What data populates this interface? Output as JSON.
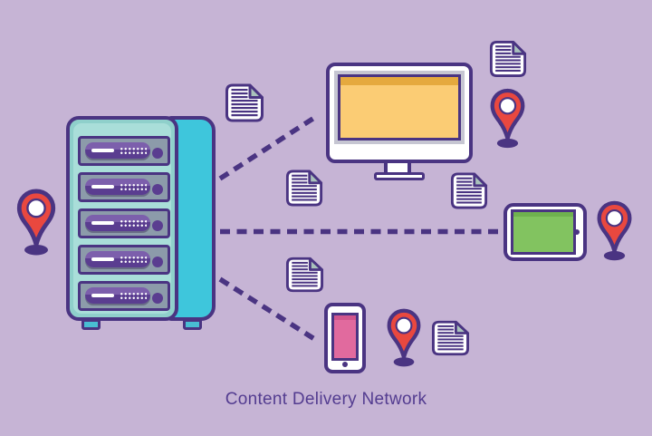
{
  "caption": "Content Delivery Network",
  "illustration": {
    "name": "content-delivery-network-diagram",
    "server_slot_count": 5,
    "document_icon_count": 6,
    "location_pin_count": 4,
    "connection_line_count": 3,
    "devices": [
      "server-rack",
      "desktop-monitor",
      "tablet",
      "smartphone"
    ]
  },
  "icons": {
    "server": "server-rack-icon",
    "monitor": "desktop-monitor-icon",
    "tablet": "tablet-icon",
    "phone": "smartphone-icon",
    "pin": "location-pin-icon",
    "document": "document-icon"
  },
  "colors": {
    "background": "#C6B4D5",
    "outline": "#4A3482",
    "text": "#533C90",
    "server_front": "#8FD0CB",
    "server_front_inner": "#A9DED9",
    "server_side": "#3EC6DC",
    "server_foot": "#49BED3",
    "slot_bg": "#8C9BAA",
    "slot_bar": "#5A3D90",
    "slot_bar_light": "#7C5FAC",
    "bezel": "#C6C6D2",
    "monitor_screen": "#FBCC74",
    "monitor_screen_top": "#E5A93E",
    "tablet_screen": "#82C360",
    "tablet_screen_top": "#6FB14F",
    "phone_screen": "#E16A9E",
    "phone_screen_top": "#D1568C",
    "pin_fill": "#E9483F",
    "doc_fold": "#A9C2BB"
  }
}
